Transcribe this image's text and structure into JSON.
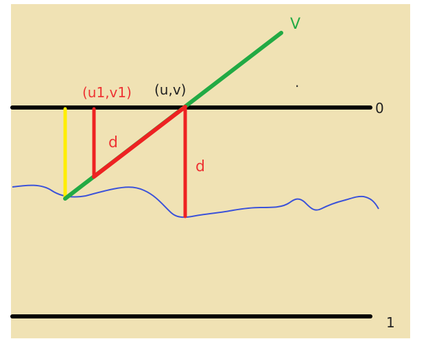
{
  "colors": {
    "page": "#ffffff",
    "panel": "#f0e2b4",
    "black": "#000000",
    "red": "#ee2222",
    "green": "#22aa44",
    "yellow": "#ffee00",
    "blue": "#3b52d9",
    "labels_red": "#ee3333",
    "labels_green": "#22aa44",
    "labels_black": "#222222"
  },
  "labels": {
    "u1v1": "(u1,v1)",
    "uv": "(u,v)",
    "V": "V",
    "d_left": "d",
    "d_right": "d",
    "zero": "0",
    "one": "1",
    "dot": "."
  }
}
